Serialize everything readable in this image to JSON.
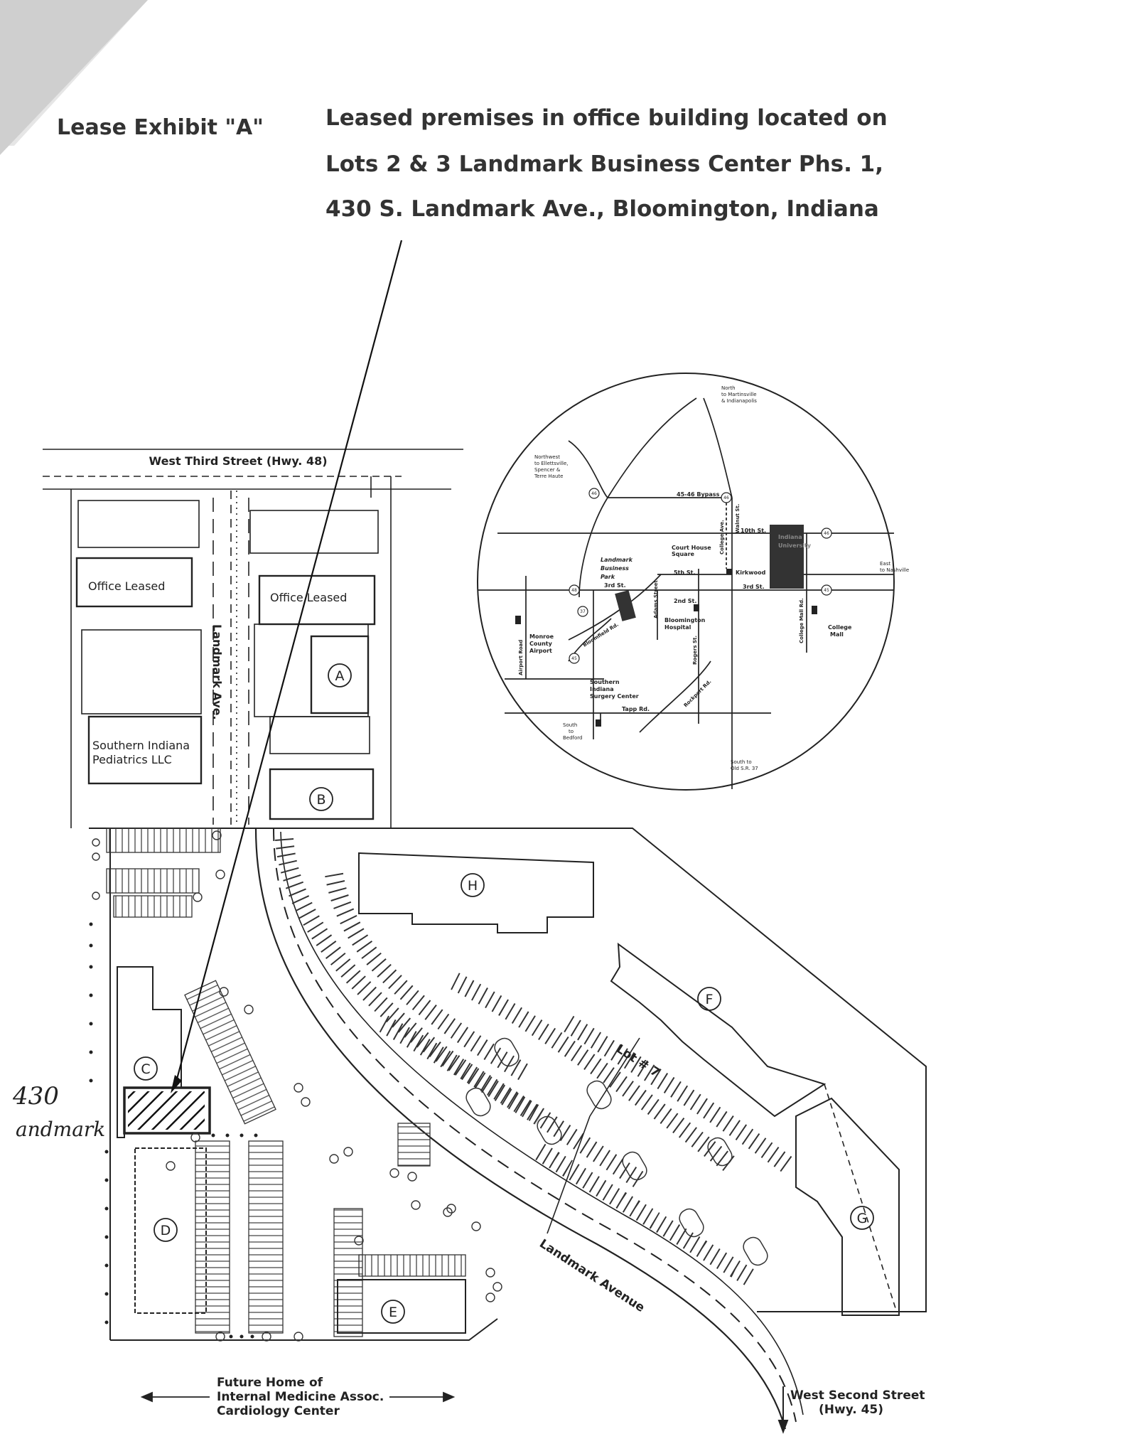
{
  "header": {
    "exhibit": "Lease Exhibit \"A\"",
    "description_lines": [
      "Leased premises in office building located on",
      "Lots 2 & 3 Landmark Business Center Phs. 1,",
      "430 S. Landmark Ave., Bloomington, Indiana"
    ]
  },
  "site_plan": {
    "streets": {
      "west_third": "West Third Street (Hwy. 48)",
      "landmark_ave_vertical": "Landmark Ave.",
      "landmark_avenue_curve": "Landmark Avenue",
      "west_second": "West Second Street",
      "west_second_hwy": "(Hwy. 45)"
    },
    "buildings": {
      "office_leased_left": "Office Leased",
      "office_leased_right": "Office Leased",
      "pediatrics_line1": "Southern Indiana",
      "pediatrics_line2": "Pediatrics LLC",
      "A": "A",
      "B": "B",
      "C": "C",
      "D": "D",
      "E": "E",
      "F": "F",
      "G": "G",
      "H": "H"
    },
    "lot_label": "Lot # 7",
    "handwritten_line1": "430",
    "handwritten_line2": "andmark",
    "future_home": [
      "Future Home of",
      "Internal Medicine Assoc.",
      "Cardiology Center"
    ]
  },
  "inset_map": {
    "north": [
      "North",
      "to Martinsville",
      "& Indianapolis"
    ],
    "northwest": [
      "Northwest",
      "to Ellettsville,",
      "Spencer &",
      "Terre Haute"
    ],
    "bypass": "45-46 Bypass",
    "tenth_st": "10th St.",
    "university": [
      "Indiana",
      "University"
    ],
    "courthouse": [
      "Court House",
      "Square"
    ],
    "kirkwood": "Kirkwood",
    "fifth_st": "5th St.",
    "third_st_left": "3rd St.",
    "third_st_right": "3rd St.",
    "east": [
      "East",
      "to Nashville"
    ],
    "landmark_park": [
      "Landmark",
      "Business",
      "Park"
    ],
    "second_st": "2nd St.",
    "college_ave": "College Ave.",
    "walnut_st": "Walnut St.",
    "college_mall_rd": "College Mall Rd.",
    "college_mall": [
      "College",
      "Mall"
    ],
    "adams_street": "Adams Street",
    "hospital": [
      "Bloomington",
      "Hospital"
    ],
    "bloomfield_rd": "Bloomfield Rd.",
    "monroe_airport": [
      "Monroe",
      "County",
      "Airport"
    ],
    "airport_road": "Airport Road",
    "rogers_st": "Rogers St.",
    "rockport_rd": "Rockport Rd.",
    "surgery_center": [
      "Southern",
      "Indiana",
      "Surgery Center"
    ],
    "tapp_rd": "Tapp Rd.",
    "south_bedford": [
      "South",
      "to",
      "Bedford"
    ],
    "south_old37": [
      "South to",
      "Old S.R. 37"
    ],
    "route_shields": [
      "46",
      "46",
      "48",
      "37",
      "45",
      "45",
      "46"
    ]
  }
}
